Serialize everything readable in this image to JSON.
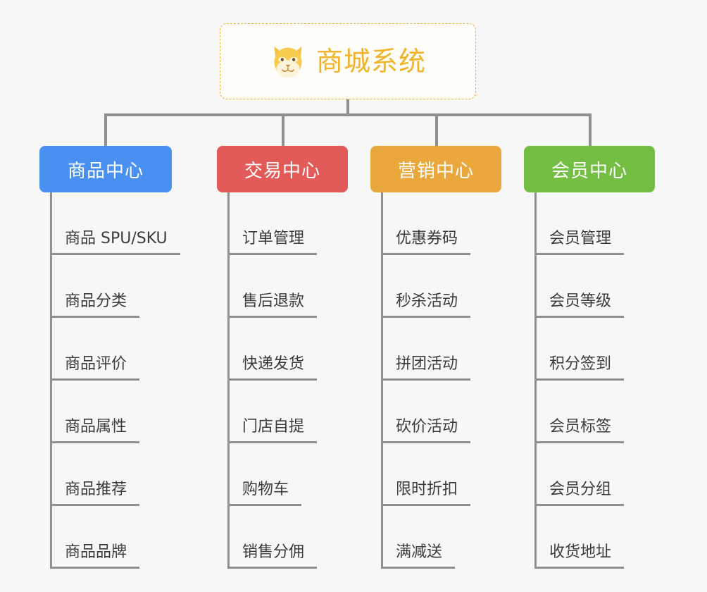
{
  "root": {
    "title": "商城系统",
    "icon": "shiba-dog-face-icon",
    "border_color": "#e8b339",
    "text_color": "#f0b429",
    "background": "#fffdfa"
  },
  "canvas": {
    "background": "#f7f7f7",
    "connector_color": "#8f8f8f"
  },
  "branches": [
    {
      "label": "商品中心",
      "color": "#4a90f0",
      "name": "product-center",
      "items": [
        "商品 SPU/SKU",
        "商品分类",
        "商品评价",
        "商品属性",
        "商品推荐",
        "商品品牌"
      ]
    },
    {
      "label": "交易中心",
      "color": "#e25b58",
      "name": "trade-center",
      "items": [
        "订单管理",
        "售后退款",
        "快递发货",
        "门店自提",
        "购物车",
        "销售分佣"
      ]
    },
    {
      "label": "营销中心",
      "color": "#eaa83c",
      "name": "marketing-center",
      "items": [
        "优惠券码",
        "秒杀活动",
        "拼团活动",
        "砍价活动",
        "限时折扣",
        "满减送"
      ]
    },
    {
      "label": "会员中心",
      "color": "#74bf43",
      "name": "member-center",
      "items": [
        "会员管理",
        "会员等级",
        "积分签到",
        "会员标签",
        "会员分组",
        "收货地址"
      ]
    }
  ]
}
